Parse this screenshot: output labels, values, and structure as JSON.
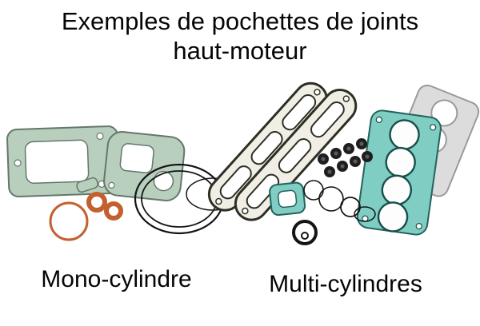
{
  "page": {
    "title_line1": "Exemples de pochettes de joints",
    "title_line2": "haut-moteur"
  },
  "labels": {
    "mono": "Mono-cylindre",
    "multi": "Multi-cylindres"
  },
  "colors": {
    "background": "#ffffff",
    "gasket_green": "#b9cfbe",
    "gasket_green_outline": "#64776a",
    "gasket_teal": "#7fcdc3",
    "gasket_teal_outline": "#23635c",
    "oring_orange": "#c4602f",
    "gasket_gray": "#dcdcdc",
    "gasket_gray_outline": "#9a9a9a",
    "long_gasket_fill": "#f1efe5",
    "long_gasket_outline": "#2e2f24",
    "line_black": "#141414"
  }
}
